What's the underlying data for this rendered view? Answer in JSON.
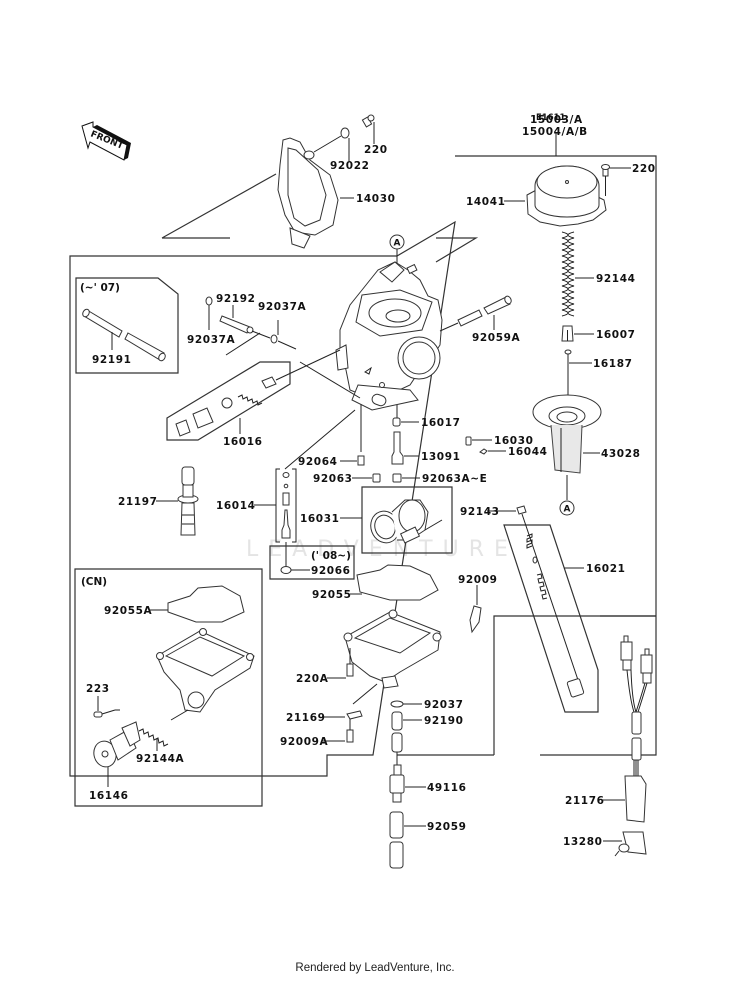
{
  "diagram": {
    "code": "E1611",
    "front_label": "FRONT",
    "watermark": "LEADVENTURE",
    "assembly_labels": [
      "15003/A",
      "15004/A/B"
    ],
    "callout": "A",
    "notes": {
      "up_to_07": "(~' 07)",
      "from_08": "(' 08~)",
      "cn": "(CN)"
    },
    "parts": {
      "p220_top": "220",
      "p92022": "92022",
      "p14030": "14030",
      "p220_cap": "220",
      "p14041": "14041",
      "p92144": "92144",
      "p16007": "16007",
      "p16187": "16187",
      "p43028": "43028",
      "p16030": "16030",
      "p16044": "16044",
      "p92191": "92191",
      "p92192": "92192",
      "p92037A_left": "92037A",
      "p92037A_right": "92037A",
      "p92059A": "92059A",
      "p16016": "16016",
      "p16017": "16017",
      "p13091": "13091",
      "p92064": "92064",
      "p92063": "92063",
      "p92063AE": "92063A~E",
      "p21197": "21197",
      "p16014": "16014",
      "p16031": "16031",
      "p92066": "92066",
      "p92143": "92143",
      "p16021": "16021",
      "p92009": "92009",
      "p92055": "92055",
      "p92055A": "92055A",
      "p220A": "220A",
      "p92037": "92037",
      "p21169": "21169",
      "p92190": "92190",
      "p92009A": "92009A",
      "p223": "223",
      "p92144A": "92144A",
      "p16146": "16146",
      "p49116": "49116",
      "p92059": "92059",
      "p21176": "21176",
      "p13280": "13280"
    }
  },
  "footer": {
    "text": "Rendered by LeadVenture, Inc."
  }
}
